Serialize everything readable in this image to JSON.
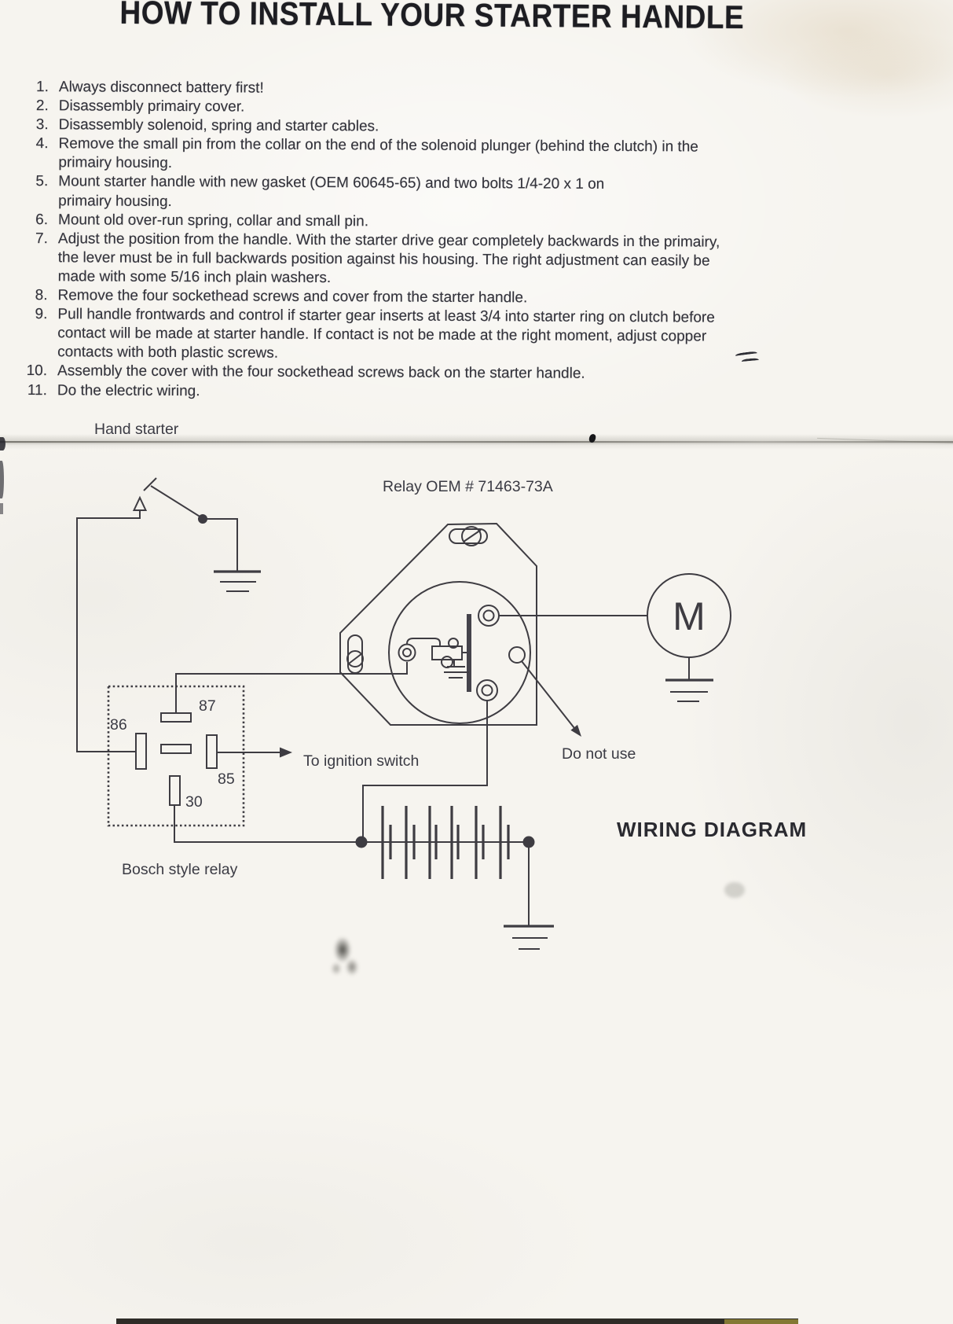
{
  "document": {
    "title": "HOW TO INSTALL YOUR STARTER HANDLE",
    "steps": [
      {
        "num": "1.",
        "text": "Always disconnect battery first!"
      },
      {
        "num": "2.",
        "text": "Disassembly primairy cover."
      },
      {
        "num": "3.",
        "text": "Disassembly solenoid, spring and starter cables."
      },
      {
        "num": "4.",
        "text": "Remove the small pin from the collar on the end of the solenoid plunger (behind the clutch) in the\nprimairy housing."
      },
      {
        "num": "5.",
        "text": "Mount starter handle with new gasket (OEM 60645-65) and two bolts 1/4-20 x 1 on\nprimairy housing."
      },
      {
        "num": "6.",
        "text": "Mount old over-run spring, collar and small pin."
      },
      {
        "num": "7.",
        "text": "Adjust the position from the handle. With the starter drive gear completely backwards in the primairy,\nthe lever must be in full backwards position against his housing. The right adjustment can easily be\nmade with some 5/16 inch plain washers."
      },
      {
        "num": "8.",
        "text": "Remove the four sockethead screws and cover from the starter handle."
      },
      {
        "num": "9.",
        "text": "Pull handle frontwards and control if starter gear inserts at least 3/4 into starter ring on clutch before\ncontact will be made at starter handle. If contact is not be made at the right moment, adjust copper\ncontacts with both plastic screws."
      },
      {
        "num": "10.",
        "text": "Assembly the cover with the four sockethead screws back on the starter handle."
      },
      {
        "num": "11.",
        "text": "Do the electric wiring."
      }
    ]
  },
  "diagram": {
    "labels": {
      "hand_starter": "Hand starter",
      "relay_oem": "Relay OEM # 71463-73A",
      "to_ignition": "To ignition switch",
      "do_not_use": "Do not use",
      "wiring_diagram": "WIRING DIAGRAM",
      "bosch_relay": "Bosch style relay",
      "motor": "M",
      "pin_86": "86",
      "pin_87": "87",
      "pin_85": "85",
      "pin_30": "30"
    }
  },
  "colors": {
    "ink": "#3e3c42",
    "paper": "#f6f4ef"
  }
}
